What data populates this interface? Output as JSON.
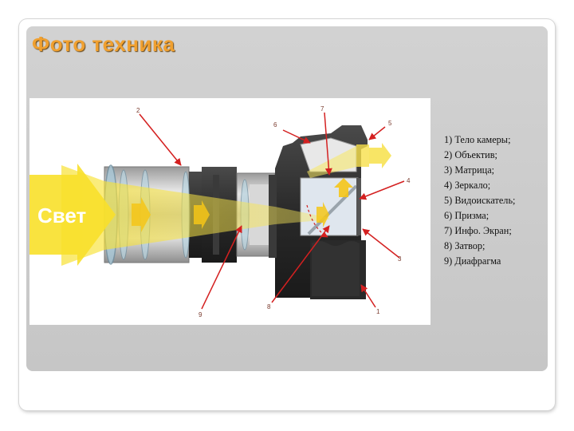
{
  "slide": {
    "title": "Фото техника"
  },
  "diagram": {
    "light_label": "Свет",
    "callouts": [
      "1",
      "2",
      "3",
      "4",
      "5",
      "6",
      "7",
      "8",
      "9"
    ],
    "colors": {
      "light": "#f7e04a",
      "arrow": "#d42020",
      "body": "#2e2e2e",
      "lens_metal": "#bcbcbc"
    }
  },
  "legend": {
    "items": [
      "1) Тело камеры;",
      "2) Объектив;",
      "3) Матрица;",
      "4) Зеркало;",
      "5) Видоискатель;",
      "6) Призма;",
      "7) Инфо. Экран;",
      "8) Затвор;",
      "9) Диафрагма"
    ]
  }
}
